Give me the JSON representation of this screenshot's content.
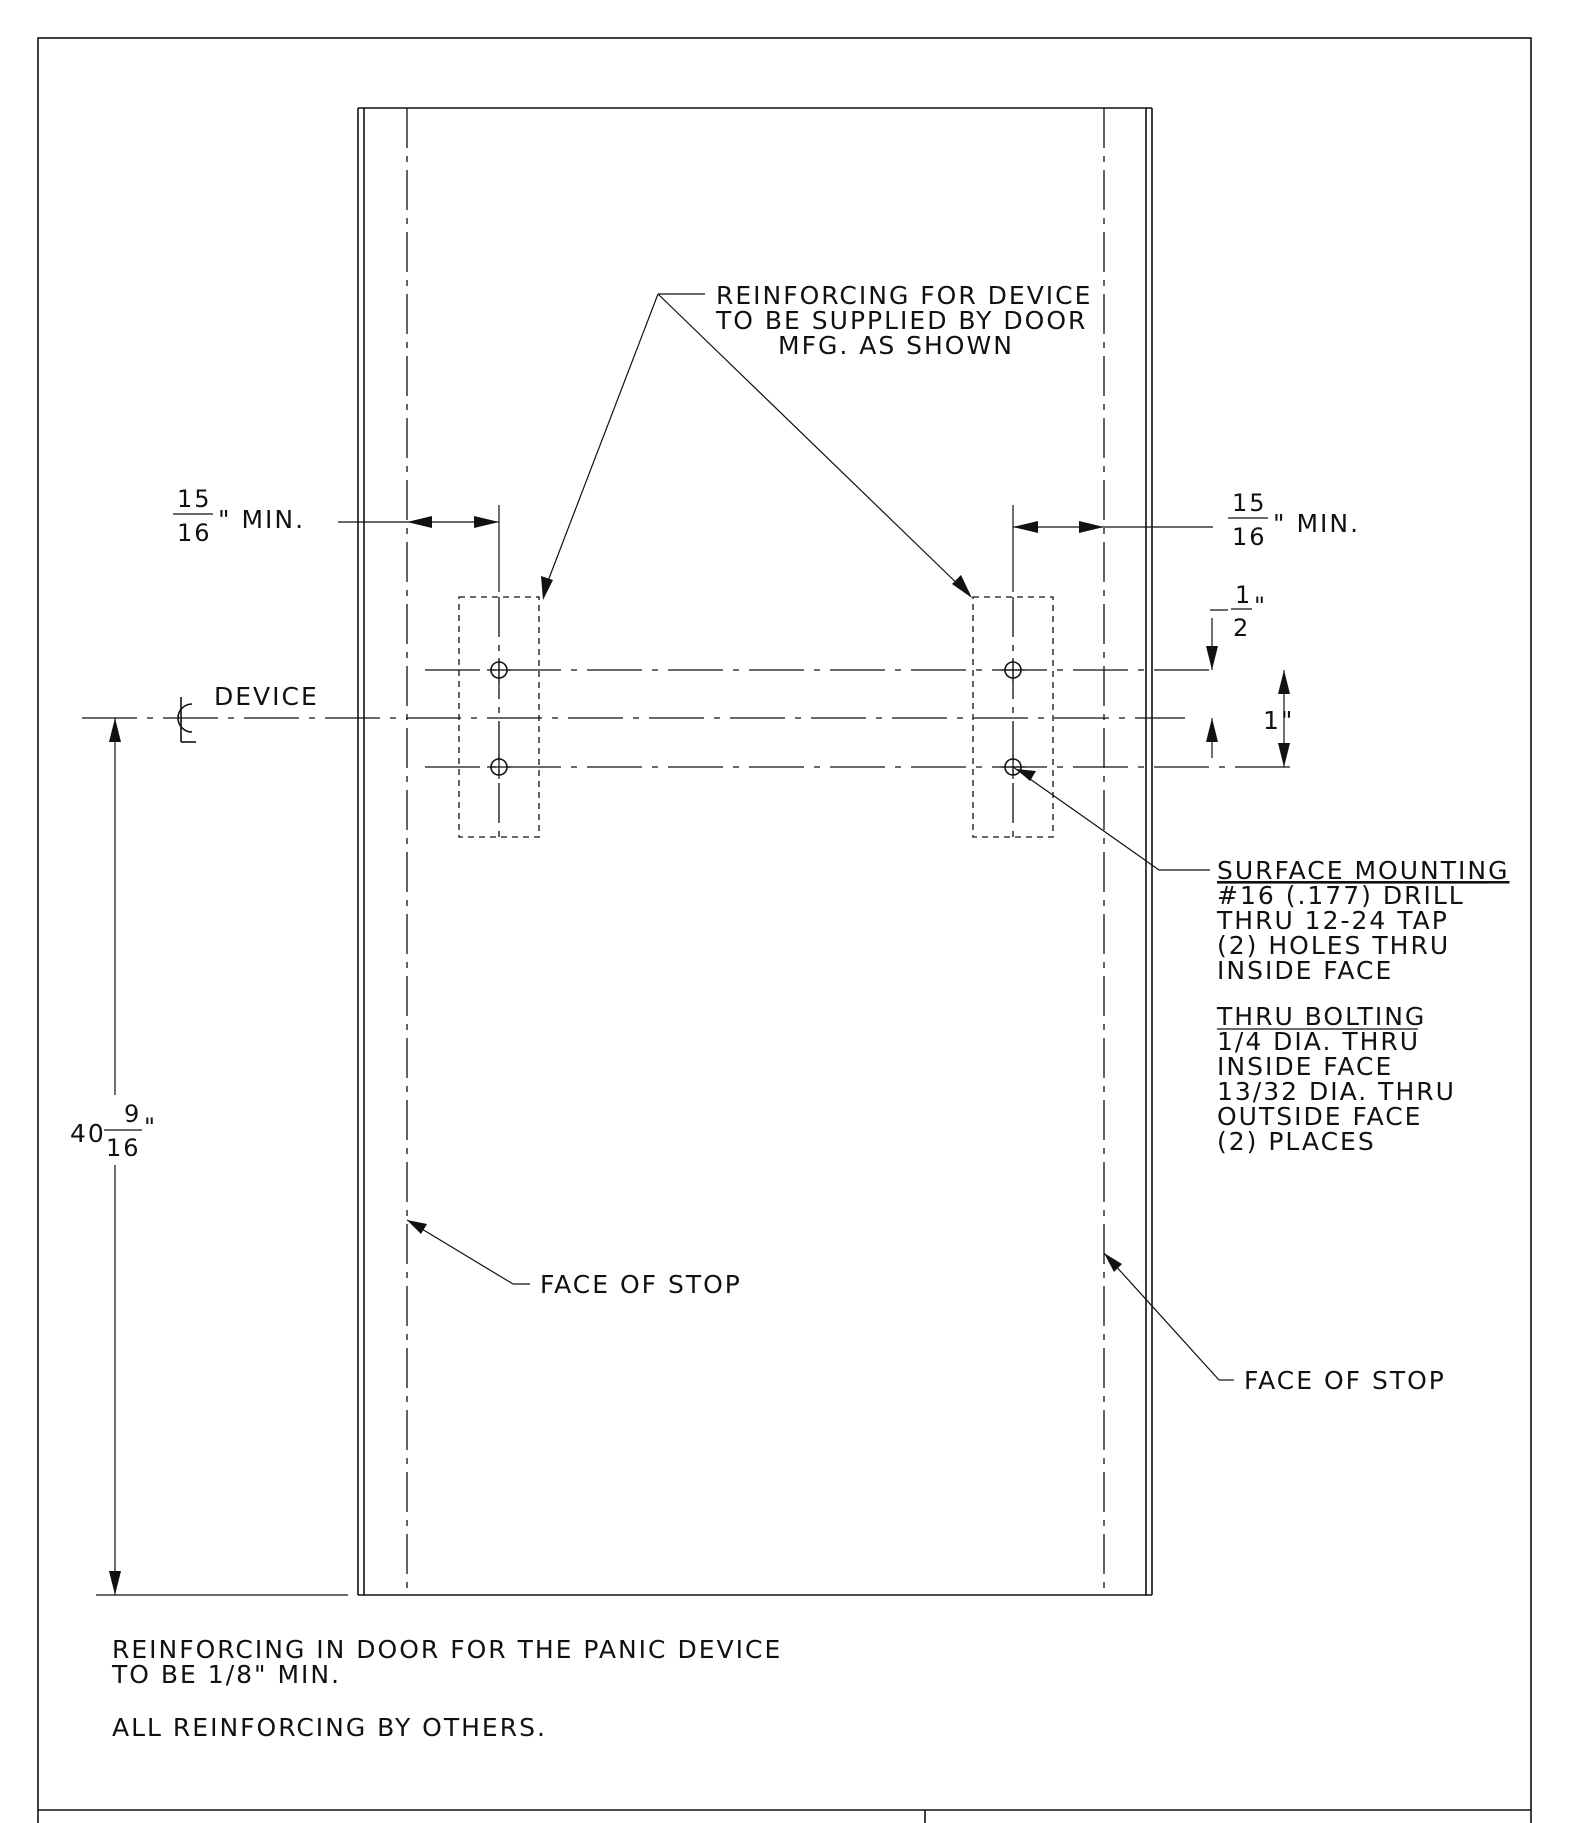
{
  "callouts": {
    "reinforcing": [
      "REINFORCING FOR DEVICE",
      "TO BE SUPPLIED BY DOOR",
      "MFG. AS SHOWN"
    ],
    "surface_mounting_title": "SURFACE MOUNTING",
    "surface_mounting_lines": [
      "#16 (.177) DRILL",
      "THRU 12-24 TAP",
      "(2) HOLES THRU",
      "INSIDE FACE"
    ],
    "thru_bolting_title": "THRU BOLTING",
    "thru_bolting_lines": [
      "1/4 DIA. THRU",
      "INSIDE FACE",
      "13/32 DIA. THRU",
      "OUTSIDE FACE",
      "(2) PLACES"
    ],
    "face_of_stop_left": "FACE OF STOP",
    "face_of_stop_right": "FACE OF STOP",
    "device": "DEVICE"
  },
  "dimensions": {
    "left_min_num": "15",
    "left_min_den": "16",
    "left_min_suffix": "\" MIN.",
    "right_min_num": "15",
    "right_min_den": "16",
    "right_min_suffix": "\" MIN.",
    "half_num": "1",
    "half_den": "2",
    "inch_mark": "\"",
    "one_inch": "1\"",
    "height_whole": "40",
    "height_num": "9",
    "height_den": "16",
    "height_mark": "\""
  },
  "notes": {
    "line1": "REINFORCING IN DOOR FOR THE PANIC DEVICE",
    "line2": "TO BE 1/8\" MIN.",
    "line3": "ALL REINFORCING BY OTHERS."
  }
}
